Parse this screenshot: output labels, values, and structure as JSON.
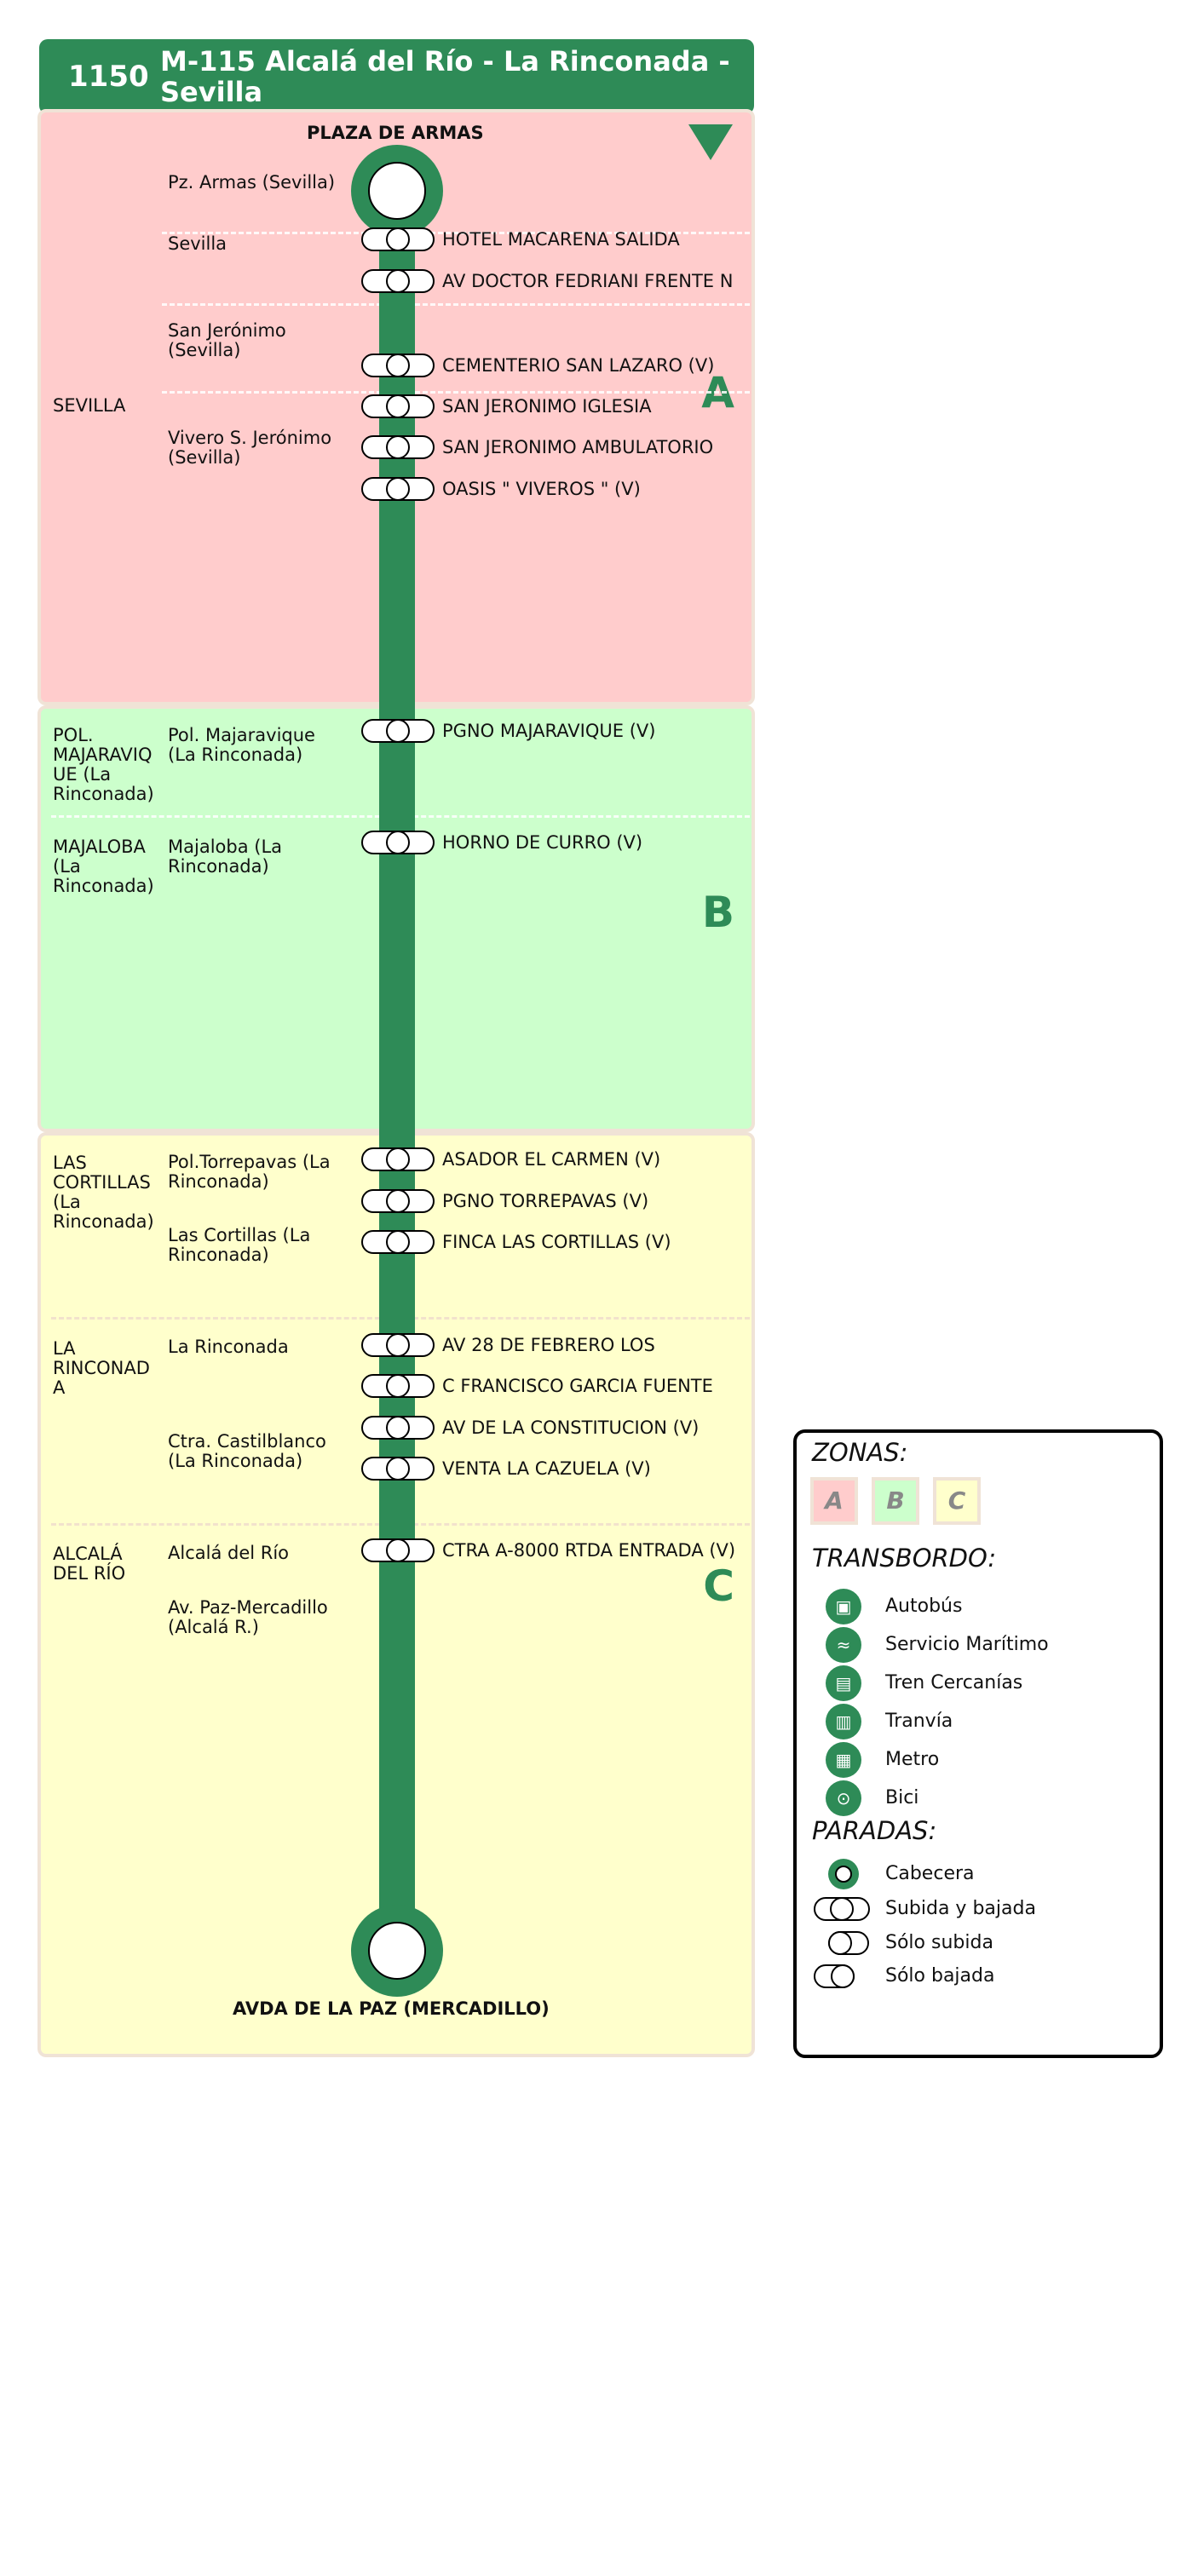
{
  "header": {
    "code": "1150",
    "name": "M-115 Alcalá del Río - La Rinconada - Sevilla"
  },
  "terminals": {
    "start": "PLAZA DE ARMAS",
    "end": "AVDA DE LA PAZ (MERCADILLO)"
  },
  "zones": {
    "a": "A",
    "b": "B",
    "c": "C"
  },
  "municipalities": {
    "sevilla": [
      "SEVILLA"
    ],
    "majaravique": [
      "POL.",
      "MAJARAVIQ",
      "UE (La",
      "Rinconada)"
    ],
    "majaloba": [
      "MAJALOBA",
      "(La",
      "Rinconada)"
    ],
    "cortillas": [
      "LAS",
      "CORTILLAS",
      "(La",
      "Rinconada)"
    ],
    "rinconada": [
      "LA",
      "RINCONAD",
      "A"
    ],
    "alcala": [
      "ALCALÁ",
      "DEL RÍO"
    ]
  },
  "localities": {
    "pz_armas": "Pz. Armas (Sevilla)",
    "sevilla": "Sevilla",
    "san_jeronimo": [
      "San Jerónimo",
      "(Sevilla)"
    ],
    "vivero": [
      "Vivero S. Jerónimo",
      "(Sevilla)"
    ],
    "pol_majaravique": [
      "Pol. Majaravique",
      "(La Rinconada)"
    ],
    "majaloba": [
      "Majaloba (La",
      "Rinconada)"
    ],
    "torrepavas": [
      "Pol.Torrepavas (La",
      "Rinconada)"
    ],
    "las_cortillas": [
      "Las Cortillas (La",
      "Rinconada)"
    ],
    "la_rinconada": "La Rinconada",
    "castilblanco": [
      "Ctra. Castilblanco",
      "(La Rinconada)"
    ],
    "alcala": "Alcalá del Río",
    "paz_mercadillo": [
      "Av. Paz-Mercadillo",
      "(Alcalá R.)"
    ]
  },
  "stops": [
    "HOTEL MACARENA SALIDA",
    "AV DOCTOR FEDRIANI FRENTE N",
    "CEMENTERIO SAN LAZARO (V)",
    "SAN JERONIMO IGLESIA",
    "SAN JERONIMO AMBULATORIO",
    "OASIS \" VIVEROS \" (V)",
    "PGNO MAJARAVIQUE (V)",
    "HORNO DE CURRO (V)",
    "ASADOR EL CARMEN (V)",
    "PGNO TORREPAVAS (V)",
    "FINCA LAS CORTILLAS (V)",
    "AV 28 DE FEBRERO LOS",
    "C FRANCISCO GARCIA FUENTE",
    "AV DE LA CONSTITUCION (V)",
    "VENTA LA CAZUELA (V)",
    "CTRA A-8000 RTDA ENTRADA (V)"
  ],
  "legend": {
    "zonas_title": "ZONAS:",
    "zones": [
      "A",
      "B",
      "C"
    ],
    "transbordo_title": "TRANSBORDO:",
    "transbordo": [
      {
        "label": "Autobús",
        "icon": "bus-icon"
      },
      {
        "label": "Servicio Marítimo",
        "icon": "boat-icon"
      },
      {
        "label": "Tren Cercanías",
        "icon": "train-icon"
      },
      {
        "label": "Tranvía",
        "icon": "tram-icon"
      },
      {
        "label": "Metro",
        "icon": "metro-icon"
      },
      {
        "label": "Bici",
        "icon": "bike-icon"
      }
    ],
    "paradas_title": "PARADAS:",
    "paradas": [
      "Cabecera",
      "Subida y bajada",
      "Sólo subida",
      "Sólo bajada"
    ]
  },
  "colors": {
    "line": "#2e8b57",
    "zone_a": "#ffcccc",
    "zone_b": "#ccffcc",
    "zone_c": "#ffffcc",
    "zone_border": "#f0e3d6"
  }
}
